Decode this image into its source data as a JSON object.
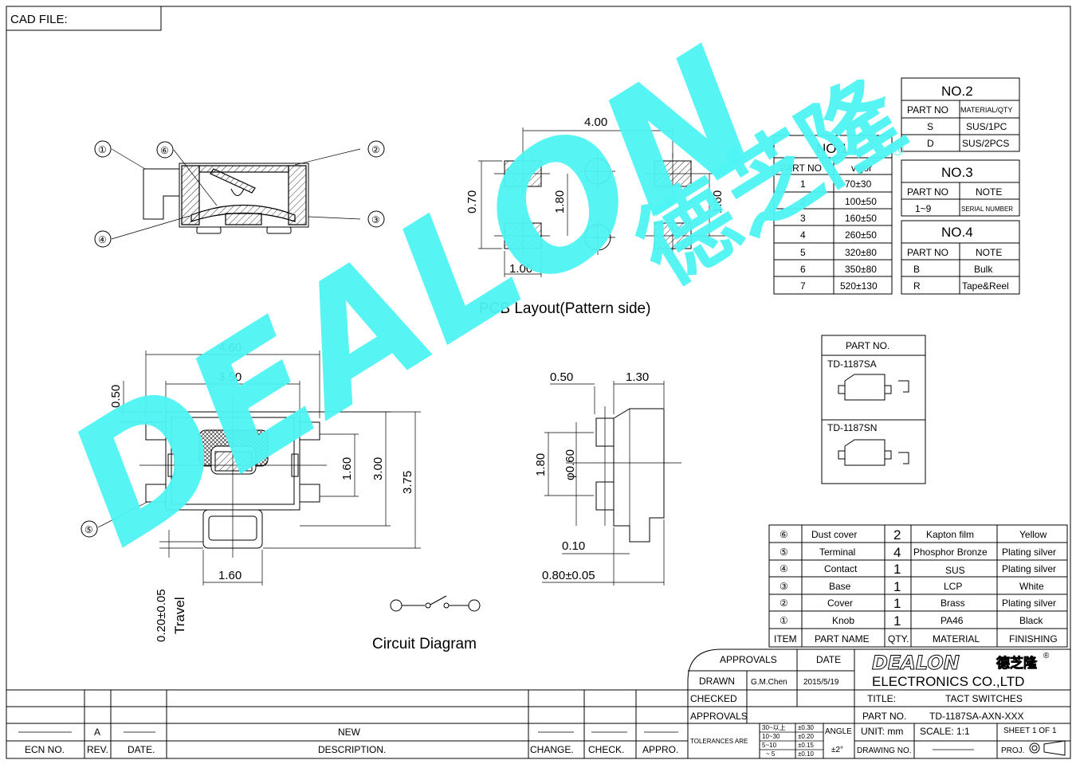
{
  "cad_file_label": "CAD FILE:",
  "pcb_layout_title": "PCB Layout(Pattern side)",
  "circuit_title": "Circuit Diagram",
  "brand_color": "#4ff4f4",
  "watermark_cn": "德芝隆",
  "watermark_latin": "DEALON",
  "registered_mark": "®",
  "callouts": [
    "①",
    "②",
    "③",
    "④",
    "⑤",
    "⑥"
  ],
  "dims": {
    "pcb_width": "4.00",
    "pcb_pad_h": "0.70",
    "pcb_pitch_inner": "1.80",
    "pcb_pitch_right": "1.60",
    "pcb_pad_w": "1.00",
    "top_width": "4.60",
    "top_inner": "3.50",
    "top_offset": "0.50",
    "top_160": "1.60",
    "top_300": "3.00",
    "top_375": "3.75",
    "bottom_160": "1.60",
    "travel": "0.20±0.05",
    "travel_word": "Travel",
    "side_050": "0.50",
    "side_130": "1.30",
    "side_180": "1.80",
    "side_dia": "φ0.60",
    "side_010": "0.10",
    "side_080": "0.80±0.05"
  },
  "no1": {
    "title": "NO.1",
    "headers": [
      "PART NO",
      "vigor"
    ],
    "rows": [
      [
        "1",
        "70±30"
      ],
      [
        "2",
        "100±50"
      ],
      [
        "3",
        "160±50"
      ],
      [
        "4",
        "260±50"
      ],
      [
        "5",
        "320±80"
      ],
      [
        "6",
        "350±80"
      ],
      [
        "7",
        "520±130"
      ]
    ]
  },
  "no2": {
    "title": "NO.2",
    "headers": [
      "PART NO",
      "MATERIAL/QTY"
    ],
    "rows": [
      [
        "S",
        "SUS/1PC"
      ],
      [
        "D",
        "SUS/2PCS"
      ]
    ]
  },
  "no3": {
    "title": "NO.3",
    "headers": [
      "PART NO",
      "NOTE"
    ],
    "rows": [
      [
        "1~9",
        "SERIAL NUMBER"
      ]
    ]
  },
  "no4": {
    "title": "NO.4",
    "headers": [
      "PART NO",
      "NOTE"
    ],
    "rows": [
      [
        "B",
        "Bulk"
      ],
      [
        "R",
        "Tape&Reel"
      ]
    ]
  },
  "part_no_box": {
    "title": "PART NO.",
    "a": "TD-1187SA",
    "b": "TD-1187SN"
  },
  "bom": {
    "rows": [
      [
        "⑥",
        "Dust cover",
        "2",
        "Kapton film",
        "Yellow"
      ],
      [
        "⑤",
        "Terminal",
        "4",
        "Phosphor Bronze",
        "Plating silver"
      ],
      [
        "④",
        "Contact",
        "1",
        "SUS",
        "Plating silver"
      ],
      [
        "③",
        "Base",
        "1",
        "LCP",
        "White"
      ],
      [
        "②",
        "Cover",
        "1",
        "Brass",
        "Plating silver"
      ],
      [
        "①",
        "Knob",
        "1",
        "PA46",
        "Black"
      ]
    ],
    "headers": [
      "ITEM",
      "PART NAME",
      "QTY.",
      "MATERIAL",
      "FINISHING"
    ]
  },
  "title_block": {
    "approvals": "APPROVALS",
    "date": "DATE",
    "drawn": "DRAWN",
    "drawn_by": "G.M.Chen",
    "drawn_date": "2015/5/19",
    "checked": "CHECKED",
    "approvals2": "APPROVALS",
    "company": "ELECTRONICS CO.,LTD",
    "title_label": "TITLE:",
    "title_value": "TACT SWITCHES",
    "part_no_label": "PART NO.",
    "part_no_value": "TD-1187SA-AXN-XXX",
    "unit": "UNIT: mm",
    "scale": "SCALE: 1:1",
    "sheet": "SHEET 1 OF 1",
    "drawing_no": "DRAWING NO.",
    "proj": "PROJ.",
    "tolerances": "TOLERANCES ARE",
    "tol_r1": "30~以上",
    "tol_r1v": "±0.30",
    "tol_r2": "10~30",
    "tol_r2v": "±0.20",
    "tol_r3": "5~10",
    "tol_r3v": "±0.15",
    "tol_r4": "~ 5",
    "tol_r4v": "±0.10",
    "angle": "ANGLE",
    "angle_v": "±2°"
  },
  "revision": {
    "rev": "A",
    "desc": "NEW",
    "headers": [
      "ECN NO.",
      "REV.",
      "DATE.",
      "DESCRIPTION.",
      "CHANGE.",
      "CHECK.",
      "APPRO."
    ]
  }
}
